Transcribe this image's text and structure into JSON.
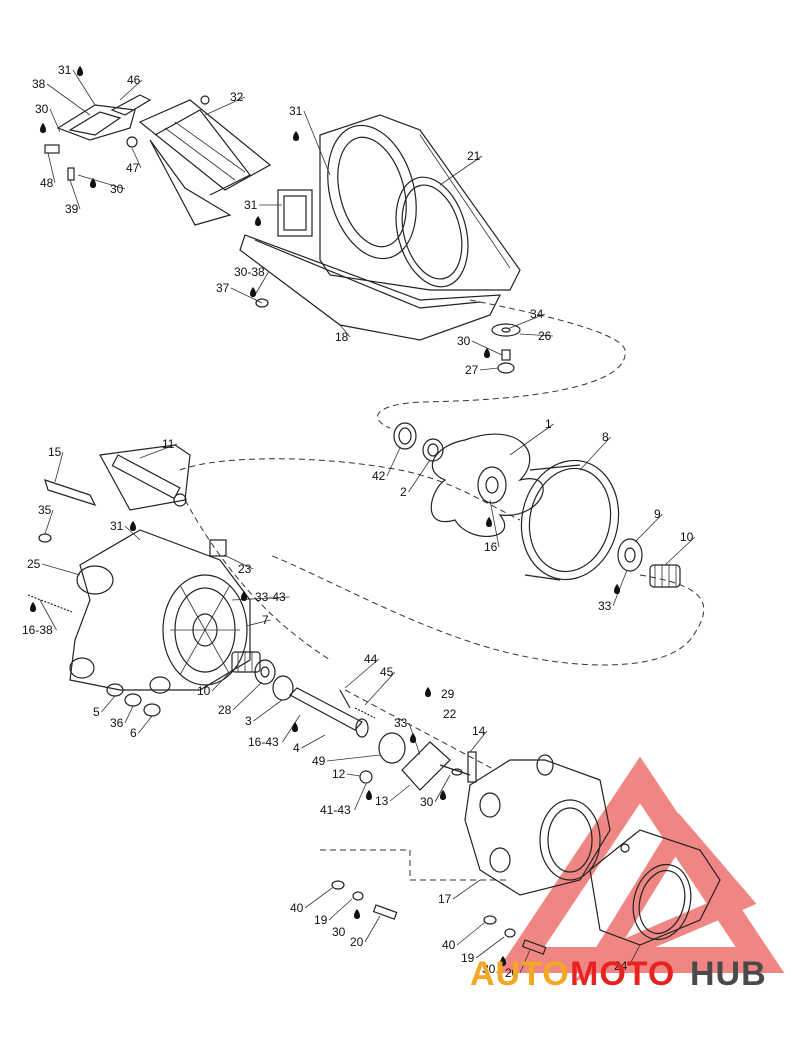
{
  "diagram": {
    "labels": [
      "31",
      "38",
      "46",
      "30",
      "32",
      "31",
      "21",
      "48",
      "39",
      "30",
      "47",
      "31",
      "30-38",
      "37",
      "18",
      "34",
      "26",
      "30",
      "27",
      "42",
      "2",
      "1",
      "8",
      "16",
      "9",
      "10",
      "33",
      "15",
      "11",
      "35",
      "31",
      "23",
      "25",
      "33-43",
      "7",
      "16-38",
      "10",
      "28",
      "3",
      "16-43",
      "4",
      "44",
      "45",
      "29",
      "22",
      "33",
      "14",
      "49",
      "12",
      "13",
      "30",
      "41-43",
      "5",
      "36",
      "6",
      "17",
      "40",
      "19",
      "30",
      "20",
      "40",
      "19",
      "30",
      "20",
      "24"
    ]
  },
  "watermark": {
    "part1": "AUTO",
    "part2": "MOTO",
    "part3": "HUB",
    "logo_color": "#e52421",
    "accent_color": "#f5a623",
    "dark_color": "#4a4a4a"
  }
}
